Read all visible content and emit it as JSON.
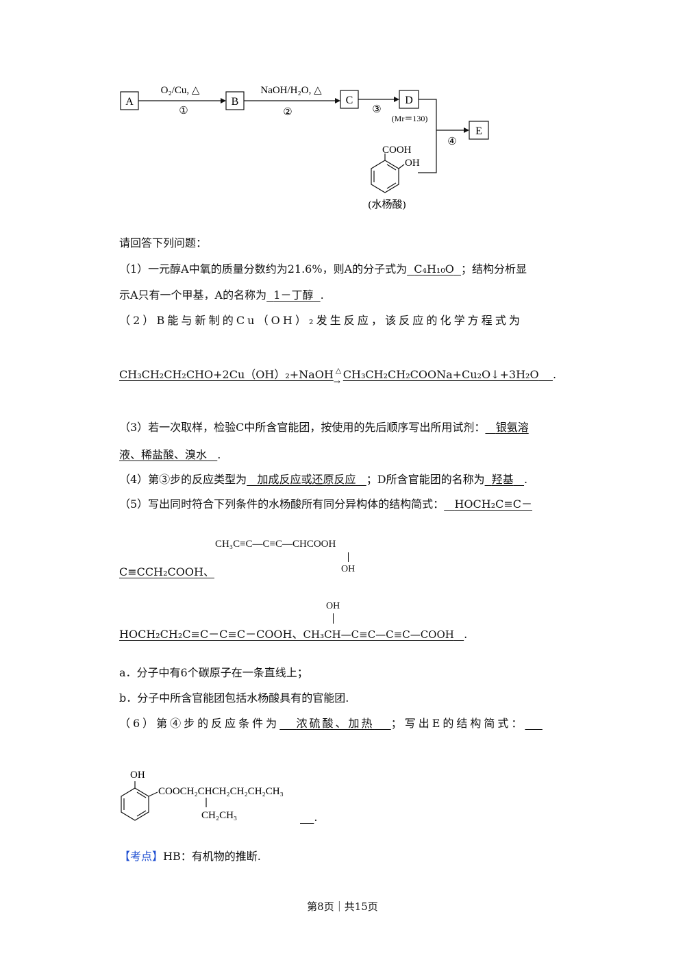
{
  "scheme": {
    "boxes": [
      "A",
      "B",
      "C",
      "D",
      "E"
    ],
    "arrow1_cond": "O₂/Cu, △",
    "arrow1_step": "①",
    "arrow2_cond": "NaOH/H₂O, △",
    "arrow2_step": "②",
    "arrow3_step": "③",
    "d_mass": "(Mr＝130)",
    "arrow4_step": "④",
    "salicylic_cooh": "COOH",
    "salicylic_oh": "OH",
    "salicylic_name": "(水杨酸)"
  },
  "intro": "请回答下列问题：",
  "q1": {
    "text_a": "（1）一元醇A中氧的质量分数约为21.6%，则A的分子式为",
    "answer_formula": "C₄H₁₀O",
    "text_b": "；结构分析显",
    "text_c": "示A只有一个甲基，A的名称为",
    "answer_name": "1－丁醇",
    "end": "."
  },
  "q2": {
    "text": "（2）B能与新制的Cu（OH）₂发生反应，该反应的化学方程式为",
    "equation_left": "CH₃CH₂CH₂CHO+2Cu（OH）₂+NaOH",
    "equation_arrow": "△",
    "equation_right": "CH₃CH₂CH₂COONa+Cu₂O↓+3H₂O",
    "end": "."
  },
  "q3": {
    "text_a": "（3）若一次取样，检验C中所含官能团，按使用的先后顺序写出所用试剂：",
    "answer_a": "银氨溶",
    "answer_b": "液、稀盐酸、溴水",
    "end": "."
  },
  "q4": {
    "text_a": "（4）第③步的反应类型为",
    "answer_type": "加成反应或还原反应",
    "text_b": "；D所含官能团的名称为",
    "answer_group": "羟基",
    "end": "."
  },
  "q5": {
    "text": "（5）写出同时符合下列条件的水杨酸所有同分异构体的结构简式：",
    "iso1_a": "HOCH₂C≡C－",
    "iso1_b": "C≡CCH₂COOH、",
    "iso2_main": "CH₃C≡C—C≡C—CHCOOH",
    "iso2_oh": "OH",
    "iso3": "HOCH₂CH₂C≡C－C≡C－COOH、",
    "iso4_oh": "OH",
    "iso4_main": "CH₃CH—C≡C—C≡C—COOH",
    "end": "."
  },
  "conditions": {
    "a": "a．分子中有6个碳原子在一条直线上；",
    "b": "b．分子中所含官能团包括水杨酸具有的官能团."
  },
  "q6": {
    "text_a": "（6）第④步的反应条件为",
    "answer_cond": "浓硫酸、加热",
    "text_b": "；写出E的结构简式：",
    "struct_oh": "OH",
    "struct_chain": "COOCH₂CHCH₂CH₂CH₂CH₃",
    "struct_branch": "CH₂CH₃",
    "end": "."
  },
  "kaodian": {
    "tag": "【考点】",
    "text": "HB：有机物的推断."
  },
  "footer": "第8页｜共15页"
}
